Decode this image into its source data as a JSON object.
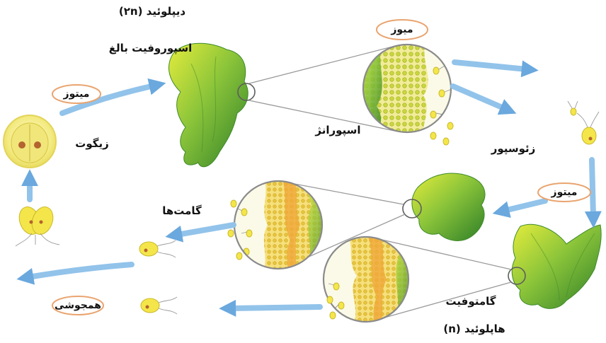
{
  "labels": {
    "diploid": "دیپلوئید (۲n)",
    "mature_sporophyte": "اسپوروفیت بالغ",
    "zygote": "زیگوت",
    "sporangium": "اسپورانژ",
    "zoospore": "زئوسپور",
    "gametes": "گامت‌ها",
    "gametophyte": "گامتوفیت",
    "haploid": "هاپلوئید (n)"
  },
  "process_ovals": {
    "mitosis_left": "میتوز",
    "meiosis": "میوز",
    "mitosis_right": "میتوز",
    "fusion": "همجوشی"
  },
  "colors": {
    "process_oval_outline": "#e9a46f",
    "arrow": "#92c3ea",
    "thallus_dark": "#2e7f28",
    "thallus_light": "#dfe93a",
    "cell_yellow": "#f4e64a"
  }
}
